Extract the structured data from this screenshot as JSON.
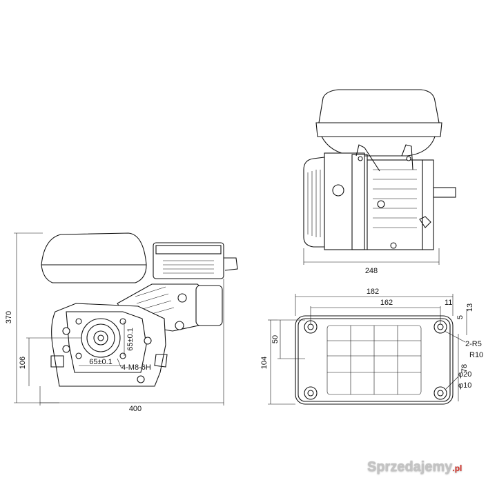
{
  "drawings": {
    "side_view": {
      "dim_height": "370",
      "dim_106": "106",
      "dim_width": "400",
      "dim_bolt_spacing_h": "65±0.1",
      "dim_bolt_spacing_v": "65±0.1",
      "thread_spec": "4-M8-6H"
    },
    "top_view": {
      "dim_width": "248"
    },
    "base_plate": {
      "dim_182": "182",
      "dim_162": "162",
      "dim_11": "11",
      "dim_13": "13",
      "dim_5": "5",
      "dim_50": "50",
      "dim_104": "104",
      "dim_78": "78",
      "radius_r5": "2-R5",
      "radius_r10": "R10",
      "dia_20": "φ20",
      "dia_10": "φ10"
    }
  },
  "watermark": {
    "text": "Sprzedajemy",
    "tld": ".pl"
  }
}
